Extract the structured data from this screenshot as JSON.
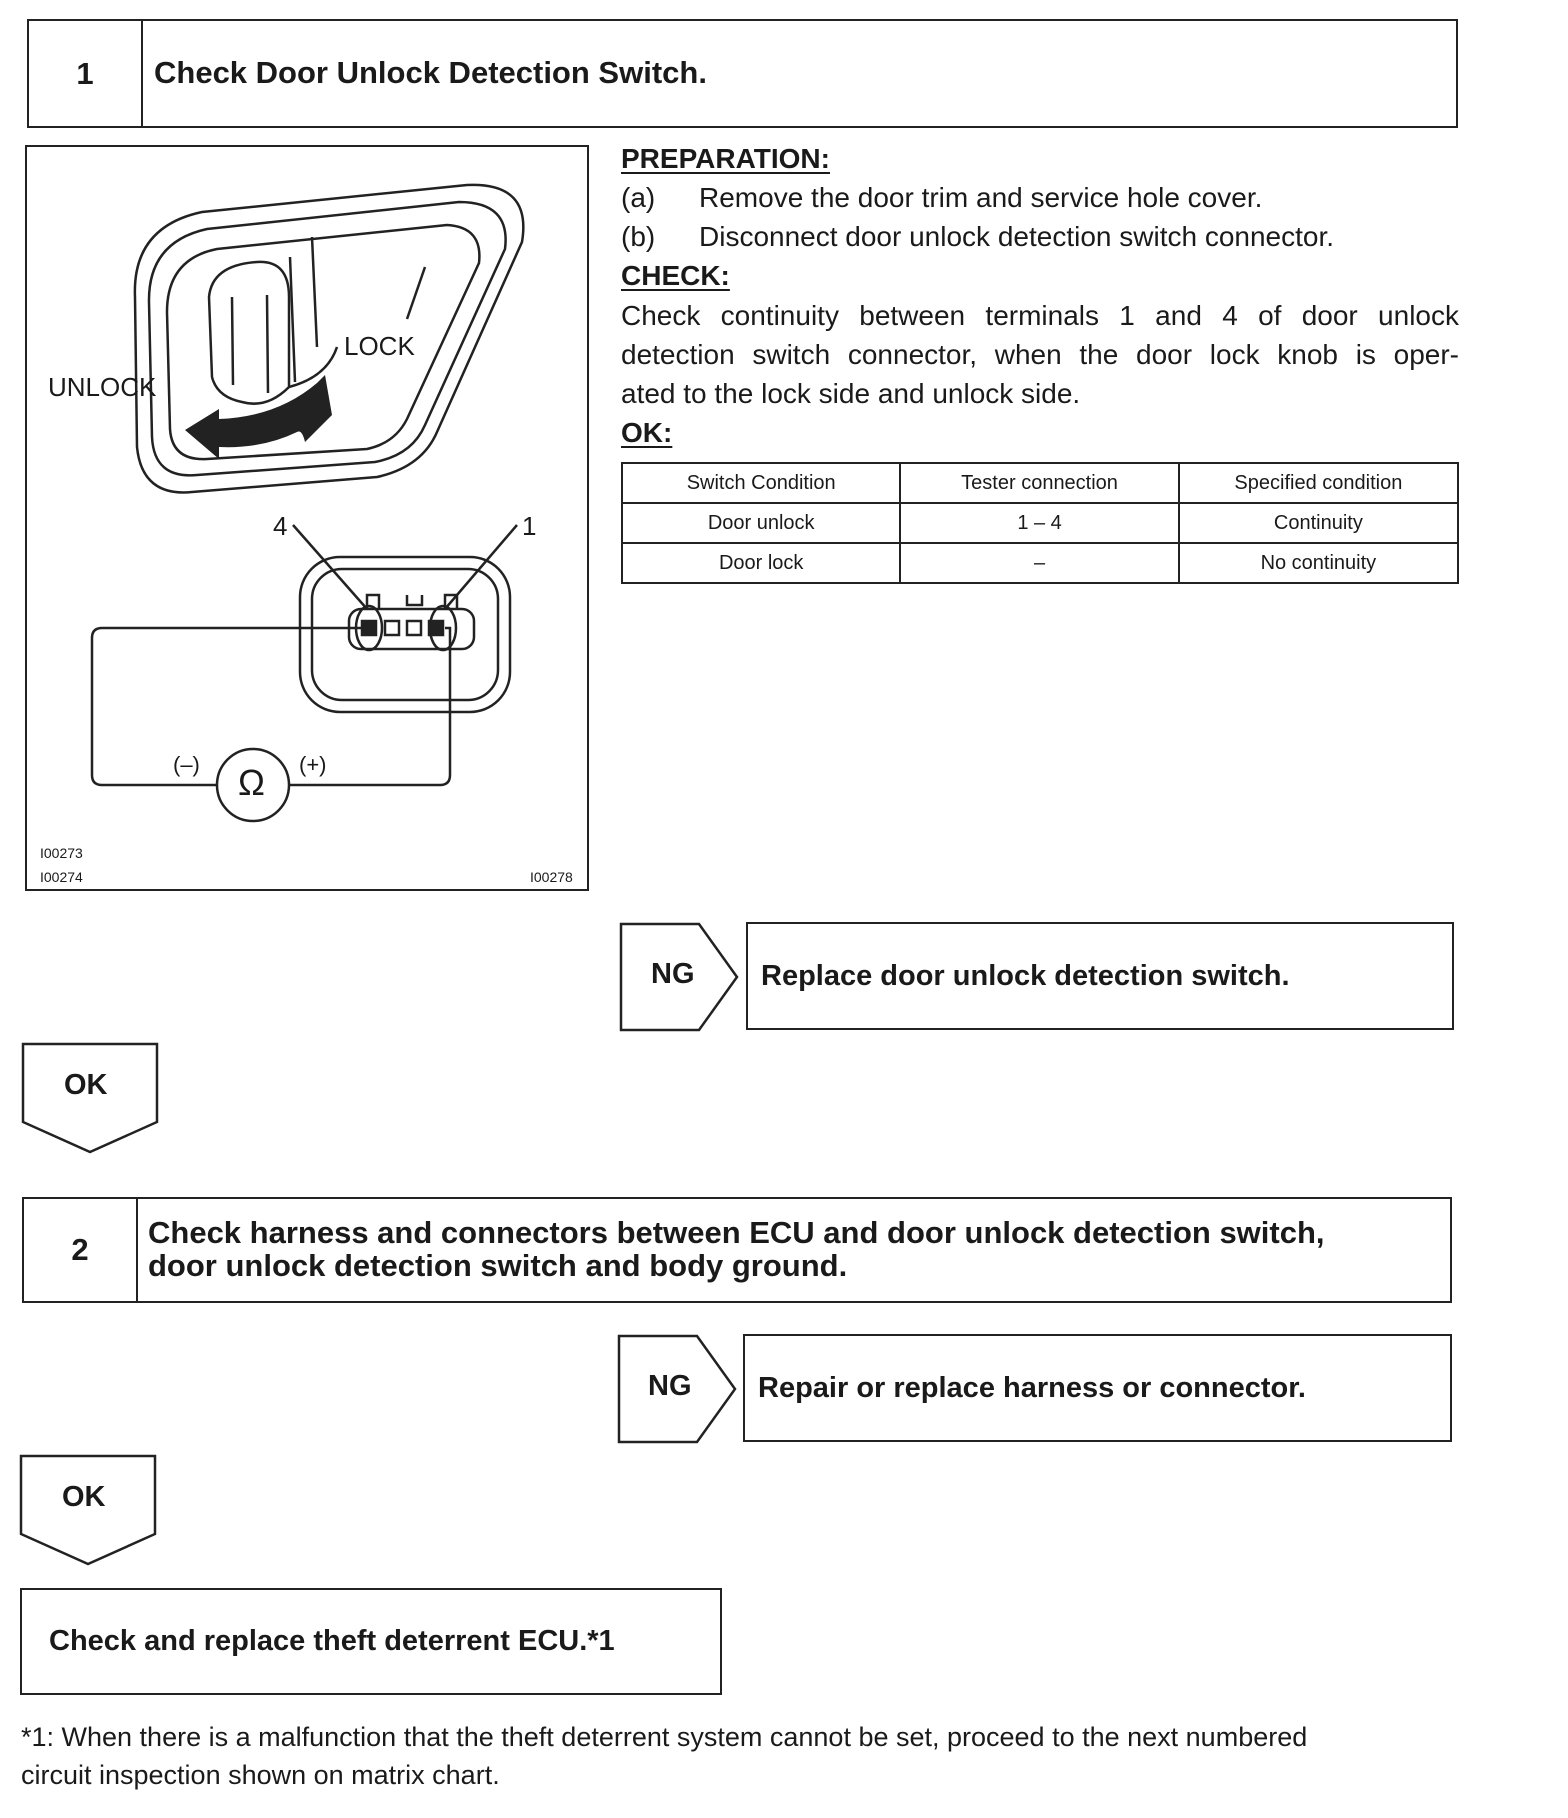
{
  "step1": {
    "number": "1",
    "title": "Check Door Unlock Detection Switch."
  },
  "figure": {
    "label_unlock": "UNLOCK",
    "label_lock": "LOCK",
    "terminal_left": "4",
    "terminal_right": "1",
    "meter_neg": "(–)",
    "meter_pos": "(+)",
    "meter_symbol": "Ω",
    "id_a": "I00273",
    "id_b": "I00274",
    "id_c": "I00278"
  },
  "preparation": {
    "heading": "PREPARATION:",
    "items": [
      {
        "marker": "(a)",
        "text": "Remove the door trim and service hole cover."
      },
      {
        "marker": "(b)",
        "text": "Disconnect door unlock detection switch connector."
      }
    ]
  },
  "check": {
    "heading": "CHECK:",
    "lines": [
      "Check continuity between terminals 1 and 4 of door unlock",
      "detection switch connector, when the door lock knob is oper-",
      "ated to the lock side and unlock side."
    ]
  },
  "ok_spec": {
    "heading": "OK:",
    "headers": [
      "Switch Condition",
      "Tester connection",
      "Specified condition"
    ],
    "rows": [
      [
        "Door unlock",
        "1 – 4",
        "Continuity"
      ],
      [
        "Door lock",
        "–",
        "No continuity"
      ]
    ]
  },
  "ng1": {
    "label": "NG",
    "text": "Replace door unlock detection switch."
  },
  "ok1": {
    "label": "OK"
  },
  "step2": {
    "number": "2",
    "title_line1": "Check harness and connectors between ECU and door unlock detection switch,",
    "title_line2": "door unlock detection switch and body ground."
  },
  "ng2": {
    "label": "NG",
    "text": "Repair or replace harness or connector."
  },
  "ok2": {
    "label": "OK"
  },
  "final": {
    "text": "Check and replace theft deterrent ECU.*1"
  },
  "footnote": {
    "line1": "*1: When there is a malfunction that the theft deterrent system cannot be set, proceed to the next numbered",
    "line2": "circuit inspection shown on matrix chart."
  }
}
